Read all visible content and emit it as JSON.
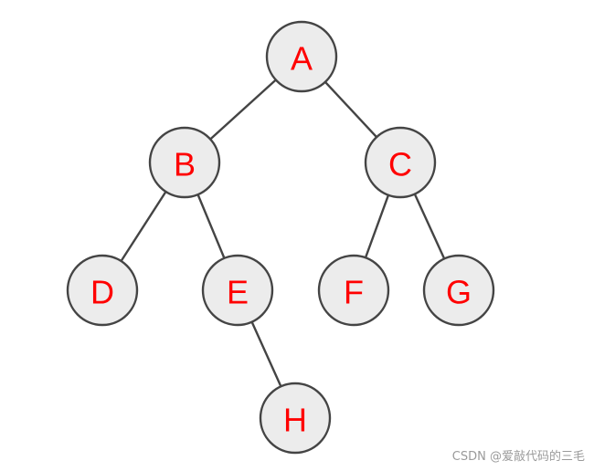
{
  "tree": {
    "nodes": [
      {
        "id": "A",
        "label": "A"
      },
      {
        "id": "B",
        "label": "B"
      },
      {
        "id": "C",
        "label": "C"
      },
      {
        "id": "D",
        "label": "D"
      },
      {
        "id": "E",
        "label": "E"
      },
      {
        "id": "F",
        "label": "F"
      },
      {
        "id": "G",
        "label": "G"
      },
      {
        "id": "H",
        "label": "H"
      }
    ],
    "edges": [
      {
        "from": "A",
        "to": "B"
      },
      {
        "from": "A",
        "to": "C"
      },
      {
        "from": "B",
        "to": "D"
      },
      {
        "from": "B",
        "to": "E"
      },
      {
        "from": "C",
        "to": "F"
      },
      {
        "from": "C",
        "to": "G"
      },
      {
        "from": "E",
        "to": "H"
      }
    ]
  },
  "colors": {
    "label": "#ff0000",
    "node_fill": "#ececec",
    "stroke": "#444444"
  },
  "watermark": "CSDN @爱敲代码的三毛"
}
